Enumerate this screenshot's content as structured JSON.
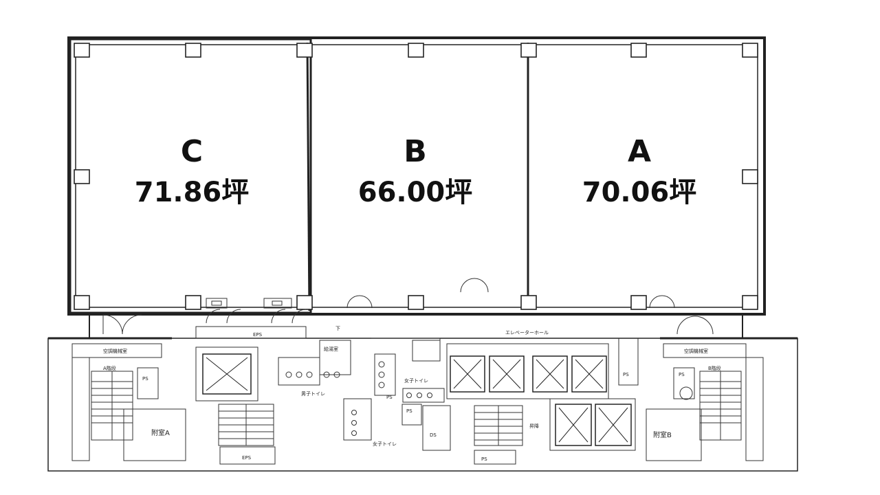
{
  "units": [
    {
      "id": "C",
      "name": "C",
      "area": "71.86坪"
    },
    {
      "id": "B",
      "name": "B",
      "area": "66.00坪"
    },
    {
      "id": "A",
      "name": "A",
      "area": "70.06坪"
    }
  ],
  "core_labels": {
    "elevator_hall": "エレベーターホール",
    "air_room_left": "空調機械室",
    "air_room_right": "空調機械室",
    "stair_left": "A階段",
    "stair_right": "B階段",
    "annex_left": "附室A",
    "annex_right": "附室B",
    "ps": "PS",
    "eps": "EPS",
    "ds": "DS",
    "mens_toilet": "男子トイレ",
    "womens_toilet": "女子トイレ",
    "kitchen": "給湯室",
    "shoko": "昇降",
    "down": "下"
  }
}
